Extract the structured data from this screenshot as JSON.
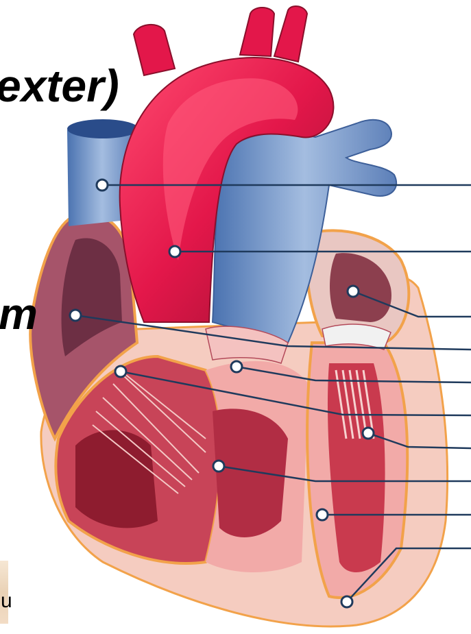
{
  "text_fragments": {
    "title_fragment": "exter)",
    "label_fragment": "m",
    "corner_fragment": "u"
  },
  "diagram": {
    "subject": "heart-cross-section",
    "label_line_count": 10,
    "colors": {
      "aorta": "#e3174a",
      "aorta_dark": "#8a0f2b",
      "vein_blue": "#7e9dc8",
      "vein_blue_dark": "#3d5f99",
      "myocardium": "#c73b4d",
      "chamber_wall_pink": "#f2aaa8",
      "pericardium_beige": "#f5ccc0",
      "outline_orange": "#f2a24a",
      "leader_line": "#1f3a5c",
      "marker_fill": "#ffffff"
    }
  }
}
